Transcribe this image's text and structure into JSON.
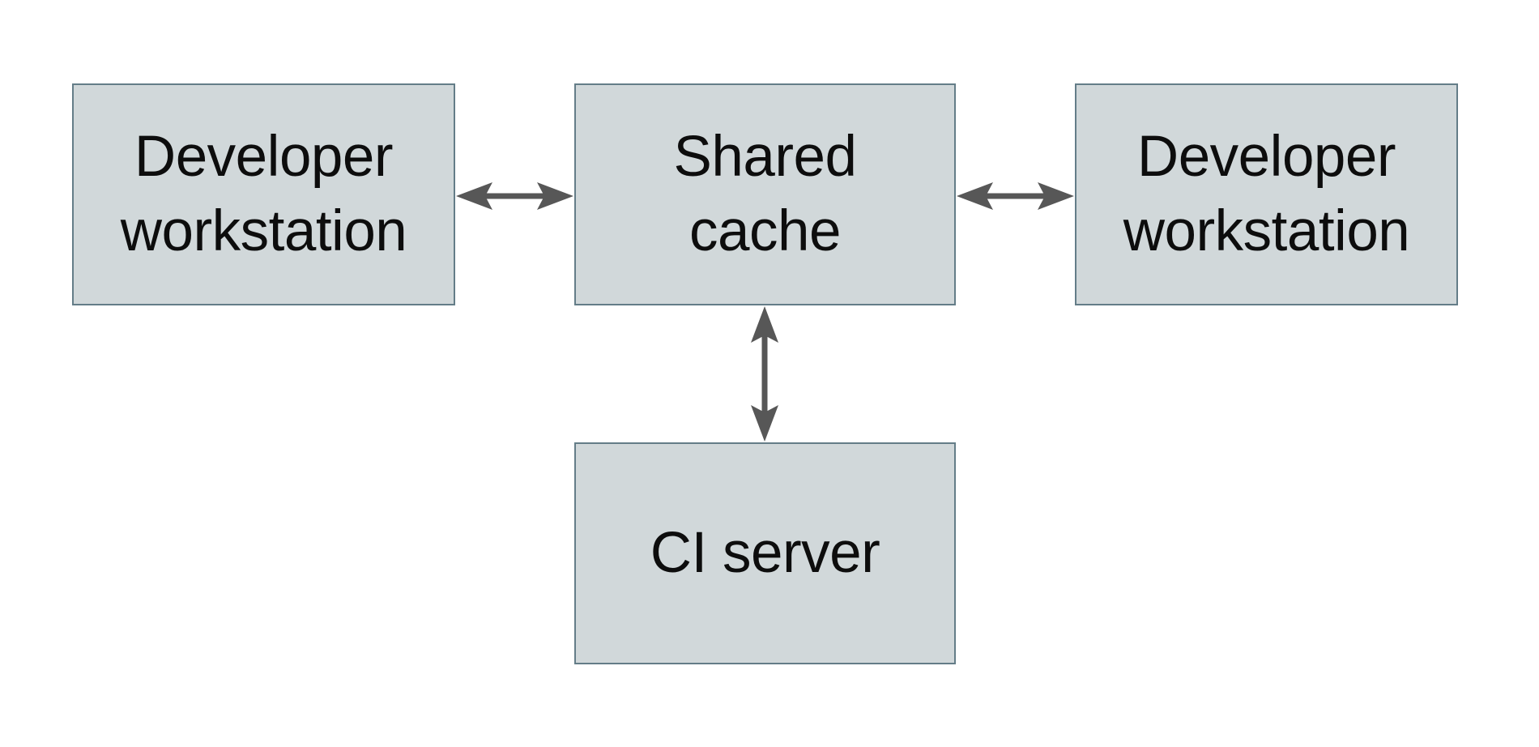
{
  "diagram": {
    "background_color": "#ffffff",
    "node_fill_color": "#d1d8da",
    "node_border_color": "#647d88",
    "arrow_color": "#575757",
    "text_color": "#0d0d0d",
    "nodes": [
      {
        "id": "developer-workstation-left",
        "label": "Developer\nworkstation"
      },
      {
        "id": "shared-cache",
        "label": "Shared\ncache"
      },
      {
        "id": "developer-workstation-right",
        "label": "Developer\nworkstation"
      },
      {
        "id": "ci-server",
        "label": "CI server"
      }
    ],
    "connectors": [
      {
        "from": "developer-workstation-left",
        "to": "shared-cache",
        "direction": "bidirectional",
        "orientation": "horizontal"
      },
      {
        "from": "shared-cache",
        "to": "developer-workstation-right",
        "direction": "bidirectional",
        "orientation": "horizontal"
      },
      {
        "from": "shared-cache",
        "to": "ci-server",
        "direction": "bidirectional",
        "orientation": "vertical"
      }
    ]
  }
}
